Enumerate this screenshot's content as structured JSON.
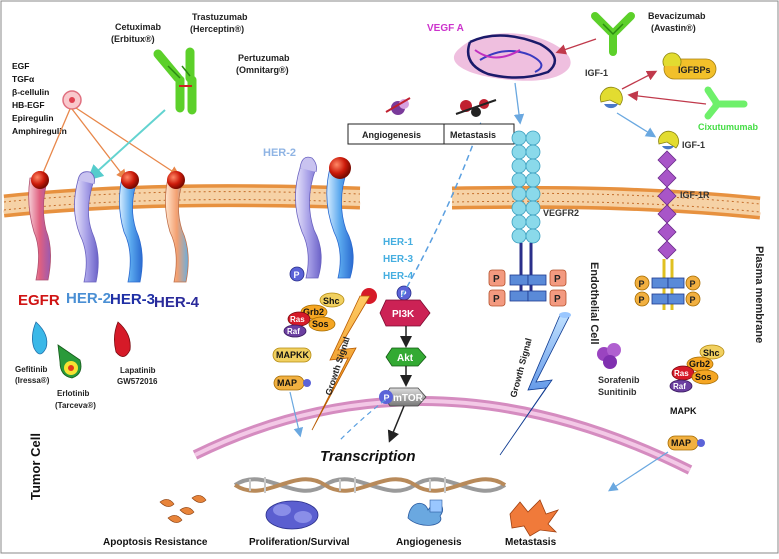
{
  "drugs": {
    "cetuximab": [
      "Cetuximab",
      "(Erbitux®)"
    ],
    "trastuzumab": [
      "Trastuzumab",
      "(Herceptin®)"
    ],
    "pertuzumab": [
      "Pertuzumab",
      "(Omnitarg®)"
    ],
    "bevacizumab": [
      "Bevacizumab",
      "(Avastin®)"
    ],
    "cixutumumab": "Cixutumumab",
    "gefitinib": [
      "Gefitinib",
      "(Iressa®)"
    ],
    "erlotinib": [
      "Erlotinib",
      "(Tarceva®)"
    ],
    "lapatinib": [
      "Lapatinib",
      "GW572016"
    ],
    "sorafenib": [
      "Sorafenib",
      "Sunitinib"
    ]
  },
  "ligands": [
    "EGF",
    "TGFα",
    "β-cellulin",
    "HB-EGF",
    "Epiregulin",
    "Amphiregulin"
  ],
  "receptors": {
    "egfr": "EGFR",
    "her2": "HER-2",
    "her3": "HER-3",
    "her4": "HER-4",
    "her2_center": "HER-2",
    "partners": [
      "HER-1",
      "HER-3",
      "HER-4"
    ],
    "vegfr2": "VEGFR2",
    "igf1r": "IGF-1R"
  },
  "molecules": {
    "vegfa": "VEGF A",
    "igf1": "IGF-1",
    "igf1_bound": "IGF-1",
    "igfbps": "IGFBPs",
    "p": "P",
    "shc": "Shc",
    "grb2": "Grb2",
    "ras": "Ras",
    "sos": "Sos",
    "raf": "Raf",
    "mapkk": "MAPKK",
    "map": "MAP",
    "mapk": "MAPK",
    "pi3k": "PI3K",
    "akt": "Akt",
    "mtor": "mTOR"
  },
  "boxes": {
    "angiogenesis": "Angiogenesis",
    "metastasis": "Metastasis"
  },
  "labels": {
    "growth_signal": "Growth Signal",
    "endothelial": "Endothelial Cell",
    "plasma_membrane": "Plasma membrane",
    "tumor_cell": "Tumor Cell",
    "transcription": "Transcription"
  },
  "outcomes": [
    "Apoptosis Resistance",
    "Proliferation/Survival",
    "Angiogenesis",
    "Metastasis"
  ],
  "colors": {
    "egfr": "#cc1111",
    "her2": "#4a8fd4",
    "her3": "#2233aa",
    "her4": "#2a2a9a",
    "membrane": "#e08a3a",
    "antibody": "#55cc22",
    "vegf": "#cc33cc",
    "cixutumumab": "#44dd44",
    "pi3k": "#cc2255",
    "akt": "#33aa33",
    "vegfr2": "#6ccfe0",
    "igf1r": "#9944bb"
  }
}
